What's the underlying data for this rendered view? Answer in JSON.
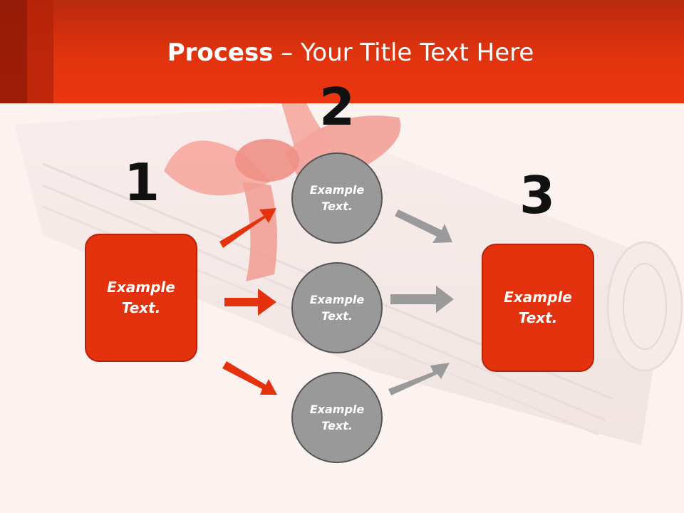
{
  "slide": {
    "title_bold": "Process",
    "title_rest": " – Your Title Text Here"
  },
  "steps": [
    {
      "number": "1",
      "label": "Example\nText."
    },
    {
      "number": "2",
      "items": [
        "Example\nText.",
        "Example\nText.",
        "Example\nText."
      ]
    },
    {
      "number": "3",
      "label": "Example\nText."
    }
  ],
  "colors": {
    "accent_red": "#e4320f",
    "circle_gray": "#999999",
    "arrow_gray": "#9a9a9a"
  }
}
